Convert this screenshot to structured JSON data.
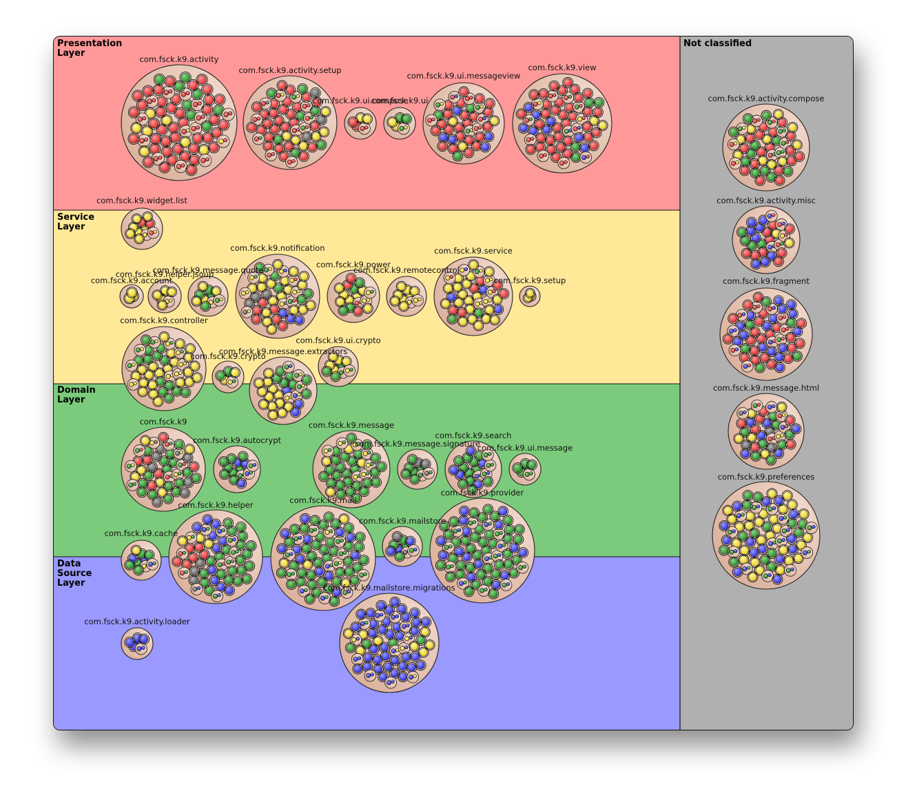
{
  "layers": [
    {
      "name": "Presentation Layer",
      "lines": [
        "Presentation",
        "Layer"
      ],
      "color": "#ff9999"
    },
    {
      "name": "Service Layer",
      "lines": [
        "Service",
        "Layer"
      ],
      "color": "#ffe999"
    },
    {
      "name": "Domain Layer",
      "lines": [
        "Domain",
        "Layer"
      ],
      "color": "#7ccb7c"
    },
    {
      "name": "Data Source Layer",
      "lines": [
        "Data",
        "Source",
        "Layer"
      ],
      "color": "#9999ff"
    }
  ],
  "not_classified": {
    "label": "Not classified",
    "color": "#b0b0b0"
  },
  "class_colors": {
    "presentation": "#ee4444",
    "service": "#f2e040",
    "domain": "#3aa03a",
    "data": "#4848ee",
    "unknown": "#808080"
  },
  "packages": [
    {
      "name": "com.fsck.k9.activity"
    },
    {
      "name": "com.fsck.k9.activity.setup"
    },
    {
      "name": "com.fsck.k9.ui.messageview"
    },
    {
      "name": "com.fsck.k9.view"
    },
    {
      "name": "com.fsck.k9.ui.compose"
    },
    {
      "name": "com.fsck.k9.ui"
    },
    {
      "name": "com.fsck.k9.widget.list"
    },
    {
      "name": "com.fsck.k9.notification"
    },
    {
      "name": "com.fsck.k9.service"
    },
    {
      "name": "com.fsck.k9.power"
    },
    {
      "name": "com.fsck.k9.remotecontrol"
    },
    {
      "name": "com.fsck.k9.message.quote"
    },
    {
      "name": "com.fsck.k9.helper.jsoup"
    },
    {
      "name": "com.fsck.k9.account"
    },
    {
      "name": "com.fsck.k9.setup"
    },
    {
      "name": "com.fsck.k9.controller"
    },
    {
      "name": "com.fsck.k9.ui.crypto"
    },
    {
      "name": "com.fsck.k9.message.extractors"
    },
    {
      "name": "com.fsck.k9.crypto"
    },
    {
      "name": "com.fsck.k9"
    },
    {
      "name": "com.fsck.k9.autocrypt"
    },
    {
      "name": "com.fsck.k9.message"
    },
    {
      "name": "com.fsck.k9.message.signature"
    },
    {
      "name": "com.fsck.k9.search"
    },
    {
      "name": "com.fsck.k9.ui.message"
    },
    {
      "name": "com.fsck.k9.provider"
    },
    {
      "name": "com.fsck.k9.helper"
    },
    {
      "name": "com.fsck.k9.mail"
    },
    {
      "name": "com.fsck.k9.mailstore"
    },
    {
      "name": "com.fsck.k9.cache"
    },
    {
      "name": "com.fsck.k9.mailstore.migrations"
    },
    {
      "name": "com.fsck.k9.activity.loader"
    },
    {
      "name": "com.fsck.k9.activity.compose"
    },
    {
      "name": "com.fsck.k9.activity.misc"
    },
    {
      "name": "com.fsck.k9.fragment"
    },
    {
      "name": "com.fsck.k9.message.html"
    },
    {
      "name": "com.fsck.k9.preferences"
    }
  ]
}
